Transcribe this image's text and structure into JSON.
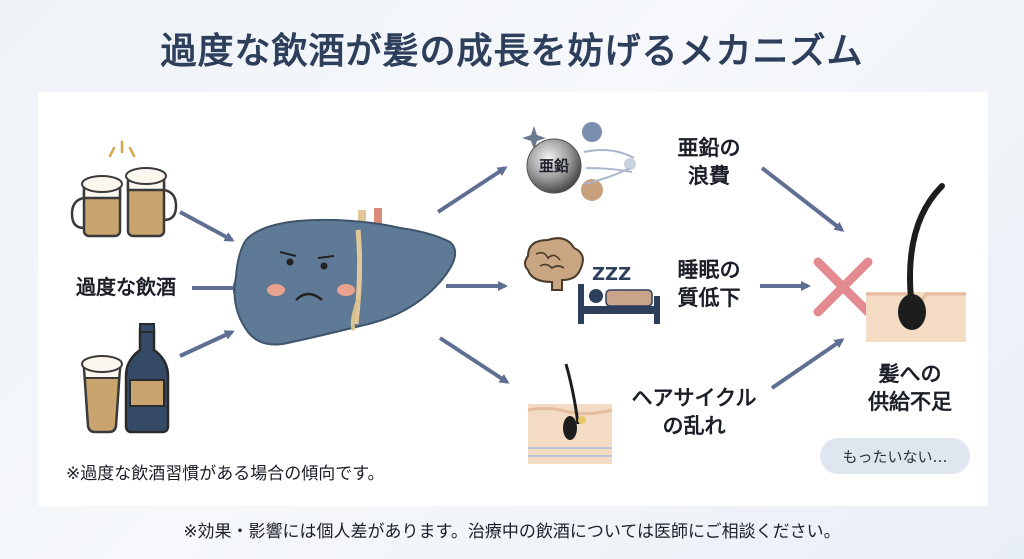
{
  "title": "過度な飲酒が髪の成長を妨げるメカニズム",
  "cause_label": "過度な飲酒",
  "effects": {
    "zinc": {
      "line1": "亜鉛の",
      "line2": "浪費",
      "ball_text": "亜鉛"
    },
    "sleep": {
      "line1": "睡眠の",
      "line2": "質低下",
      "zzz": "ZZZ"
    },
    "hair_cycle": {
      "line1": "ヘアサイクル",
      "line2": "の乱れ"
    }
  },
  "result": {
    "line1": "髪への",
    "line2": "供給不足",
    "bubble": "もったいない…"
  },
  "note": "※過度な飲酒習慣がある場合の傾向です。",
  "footer": "※効果・影響には個人差があります。治療中の飲酒については医師にご相談ください。",
  "colors": {
    "title": "#2e3f5c",
    "liver": "#5f7a96",
    "arrow": "#5f6f93",
    "cross": "#e28a8f",
    "beer": "#c9a46e",
    "bottle": "#354a66",
    "skin": "#f3dcc3"
  },
  "icons": [
    "beer-mugs-icon",
    "beer-bottle-glass-icon",
    "liver-icon",
    "zinc-ball-icon",
    "brain-icon",
    "bed-icon",
    "hair-follicle-icon",
    "cross-icon",
    "hair-strand-icon"
  ]
}
